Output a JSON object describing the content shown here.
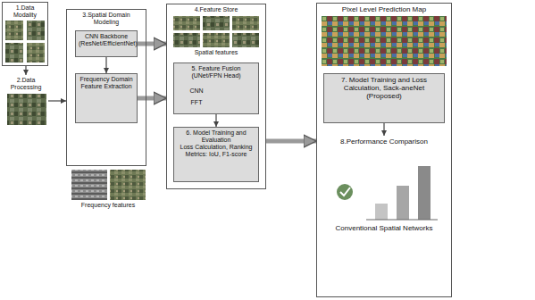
{
  "diagram": {
    "nodes": [
      {
        "text": [
          "1.Data Modality"
        ]
      },
      {
        "text": [
          "2.Data Processing"
        ]
      },
      {
        "text": [
          "3.Spatial Domain Modeling"
        ]
      },
      {
        "text": [
          "CNN Backbone (ResNet/EfficientNet)"
        ],
        "in": 2
      },
      {
        "text": [
          "Frequency Domain Feature Extraction"
        ],
        "in": 2
      },
      {
        "text": [
          "4.Feature Store"
        ]
      },
      {
        "text": [
          "5. Feature Fusion (UNet/FPN Head)"
        ],
        "in": 5
      },
      {
        "text": [
          "6. Model Training and Evaluation",
          "Loss Calculation, Ranking Metrics: IoU, F1-score"
        ],
        "in": 5
      },
      {
        "text": [
          "Pixel Level Prediction Map"
        ]
      },
      {
        "text": [
          "7. Model Training and Loss Calculation, Sack-aneNet (Proposed)"
        ],
        "in": 8
      },
      {
        "text": [
          "8.Performance Comparison",
          "Conventional Spatial Networks"
        ],
        "in": 8
      }
    ],
    "edges": [
      {
        "from": 0,
        "to": 1,
        "arrow": "to"
      },
      {
        "from": 1,
        "to": 2,
        "arrow": "to"
      },
      {
        "from": 3,
        "to": 4,
        "arrow": "to"
      },
      {
        "from": 3,
        "to": 5,
        "arrow": "to"
      },
      {
        "from": 4,
        "to": 5,
        "arrow": "to"
      },
      {
        "from": 6,
        "to": 7,
        "arrow": "to"
      },
      {
        "from": 5,
        "to": 8,
        "arrow": "to"
      },
      {
        "from": 9,
        "to": 10,
        "arrow": "to"
      }
    ],
    "labels": [
      "Spatial features",
      "Frequency features",
      "CNN",
      "FFT"
    ]
  }
}
